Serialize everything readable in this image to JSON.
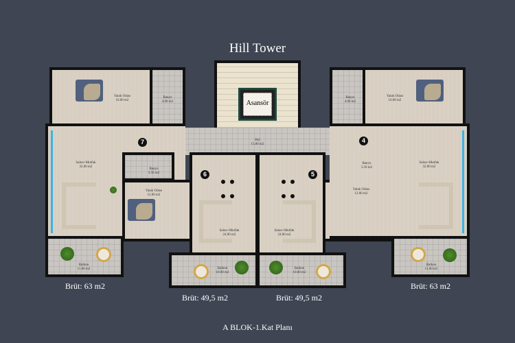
{
  "title": "Hill Tower",
  "footer": "A BLOK-1.Kat Planı",
  "core": {
    "elevator": "Asansör",
    "hall_name": "Hol",
    "hall_area": "13.00 m2"
  },
  "units": [
    {
      "number": "7",
      "brut": "Brüt: 63 m2",
      "bedroom": {
        "name": "Yatak Odası",
        "area": "16.00 m2"
      },
      "bath": {
        "name": "Banyo",
        "area": "4.00 m2"
      },
      "salon": {
        "name": "Salon+Mutfak",
        "area": "32.00 m2"
      },
      "balcony": {
        "name": "Balkon",
        "area": "11.00 m2"
      }
    },
    {
      "number": "6",
      "brut": "Brüt: 49,5 m2",
      "bedroom": {
        "name": "Yatak Odası",
        "area": "12.00 m2"
      },
      "bath": {
        "name": "Banyo",
        "area": "3.50 m2"
      },
      "salon": {
        "name": "Salon+Mutfak",
        "area": "24.00 m2"
      },
      "balcony": {
        "name": "Balkon",
        "area": "10.00 m2"
      }
    },
    {
      "number": "5",
      "brut": "Brüt: 49,5 m2",
      "bedroom": {
        "name": "Yatak Odası",
        "area": "12.00 m2"
      },
      "bath": {
        "name": "Banyo",
        "area": "3.50 m2"
      },
      "salon": {
        "name": "Salon+Mutfak",
        "area": "24.00 m2"
      },
      "balcony": {
        "name": "Balkon",
        "area": "10.00 m2"
      }
    },
    {
      "number": "4",
      "brut": "Brüt: 63 m2",
      "bedroom": {
        "name": "Yatak Odası",
        "area": "16.00 m2"
      },
      "bath": {
        "name": "Banyo",
        "area": "4.00 m2"
      },
      "salon": {
        "name": "Salon+Mutfak",
        "area": "32.00 m2"
      },
      "balcony": {
        "name": "Balkon",
        "area": "11.00 m2"
      }
    }
  ]
}
